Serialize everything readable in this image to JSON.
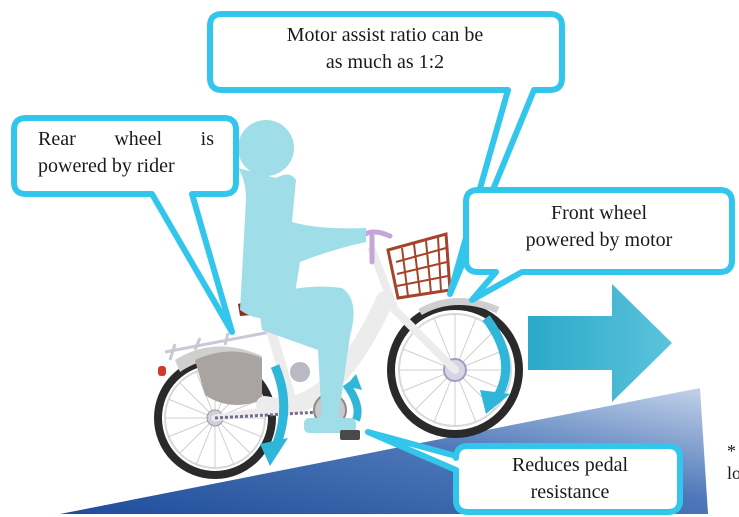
{
  "callouts": {
    "motor_ratio": {
      "line1": "Motor assist ratio can be",
      "line2": "as much as 1:2"
    },
    "rear_wheel": {
      "line1": "Rear wheel is",
      "line2": "powered by rider"
    },
    "front_wheel": {
      "line1": "Front wheel",
      "line2": "powered by motor"
    },
    "pedal": {
      "line1": "Reduces pedal",
      "line2": "resistance"
    }
  },
  "note": {
    "line1": "*",
    "line2": "lo"
  },
  "colors": {
    "callout_border": "#33c6ec",
    "rider": "#9fdde8",
    "arrow": "#3fb4d0",
    "slope_dark": "#1f4d9a",
    "slope_light": "#c4d3ea",
    "tire": "#2a2a2a",
    "basket": "#a5432b",
    "saddle": "#8b2f1a"
  }
}
